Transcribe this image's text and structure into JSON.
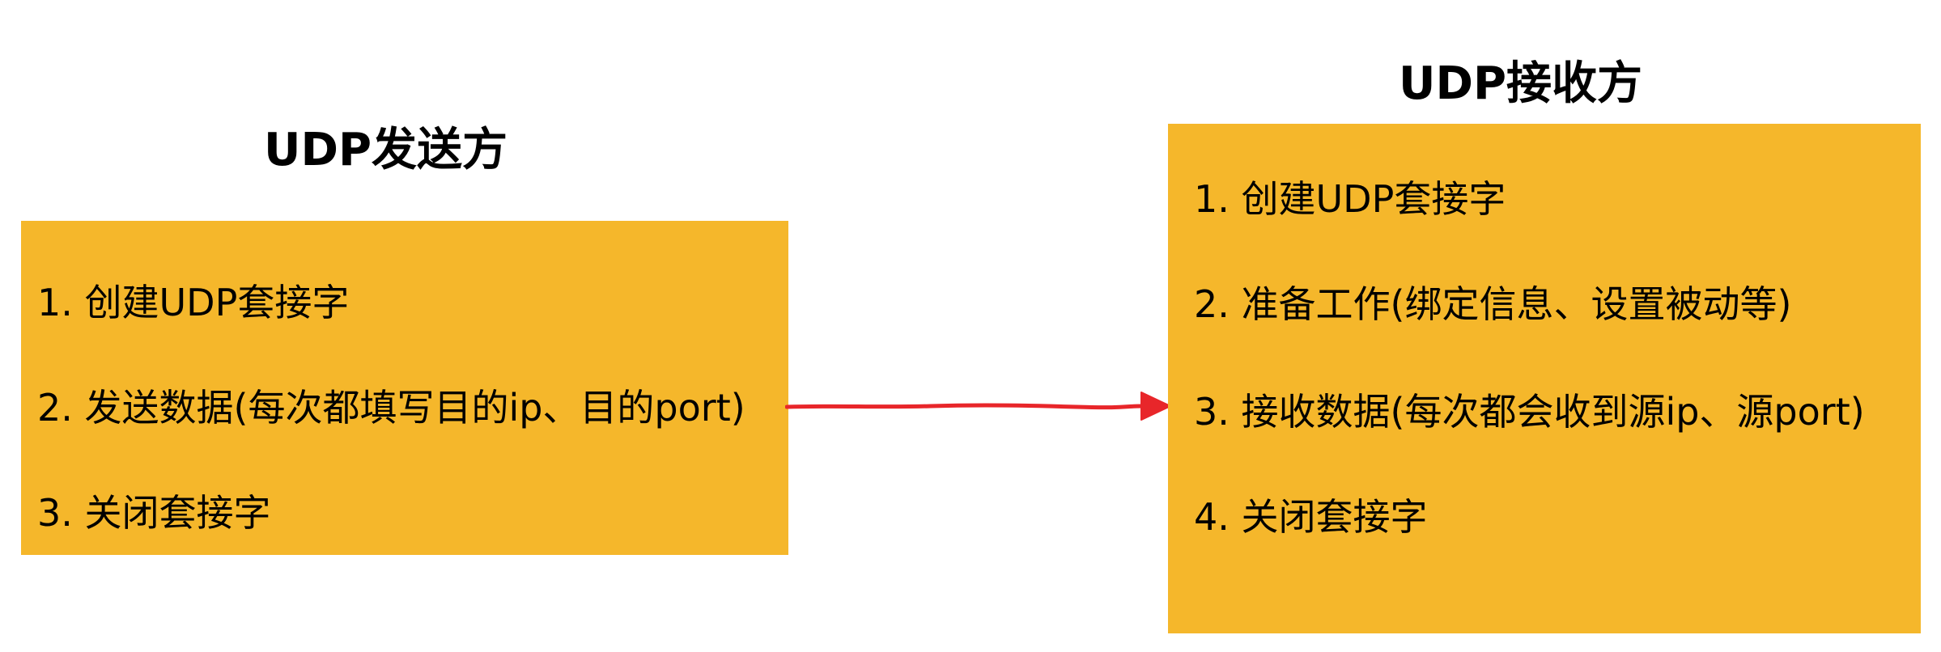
{
  "sender": {
    "title": "UDP发送方",
    "steps": [
      "1. 创建UDP套接字",
      "2. 发送数据(每次都填写目的ip、目的port)",
      "3. 关闭套接字"
    ]
  },
  "receiver": {
    "title": "UDP接收方",
    "steps": [
      "1.  创建UDP套接字",
      "2. 准备工作(绑定信息、设置被动等)",
      "3. 接收数据(每次都会收到源ip、源port)",
      "4. 关闭套接字"
    ]
  },
  "colors": {
    "box_fill": "#f5b72b",
    "arrow": "#e8262a",
    "text": "#000000"
  }
}
